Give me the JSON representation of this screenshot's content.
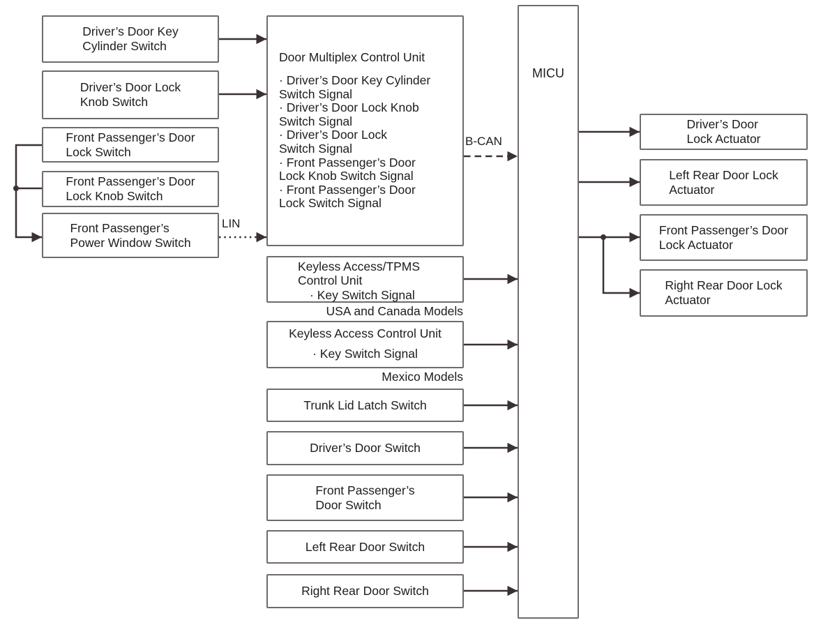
{
  "diagram": {
    "colors": {
      "background": "#ffffff",
      "box_border": "#6f6b6c",
      "connector_line": "#3a3132",
      "text": "#1e1c1d"
    },
    "left_column": [
      {
        "label": "Driver’s Door Key\nCylinder Switch"
      },
      {
        "label": "Driver’s Door Lock\nKnob Switch"
      },
      {
        "label": "Front Passenger’s Door\nLock Switch"
      },
      {
        "label": "Front Passenger’s Door\nLock Knob Switch"
      },
      {
        "label": "Front Passenger’s\nPower Window Switch"
      }
    ],
    "dmcu": {
      "title": "Door Multiplex Control Unit",
      "signals": "· Driver’s Door Key Cylinder\nSwitch Signal\n· Driver’s Door Lock Knob\nSwitch Signal\n· Driver’s Door Lock\nSwitch Signal\n· Front Passenger’s Door\nLock Knob Switch Signal\n· Front Passenger’s Door\nLock Switch Signal"
    },
    "bus_labels": {
      "lin": "LIN",
      "bcan": "B-CAN"
    },
    "micu": {
      "label": "MICU"
    },
    "keyless_tpms": {
      "title": "Keyless Access/TPMS\nControl Unit",
      "signal": "· Key Switch Signal",
      "caption": "USA and Canada Models"
    },
    "keyless_mexico": {
      "title": "Keyless Access Control Unit",
      "signal": "· Key Switch Signal",
      "caption": "Mexico Models"
    },
    "middle_switches": [
      {
        "label": "Trunk Lid Latch Switch"
      },
      {
        "label": "Driver’s Door Switch"
      },
      {
        "label": "Front Passenger’s\nDoor Switch"
      },
      {
        "label": "Left Rear Door Switch"
      },
      {
        "label": "Right Rear Door Switch"
      }
    ],
    "actuators": [
      {
        "label": "Driver’s Door\nLock Actuator"
      },
      {
        "label": "Left Rear Door Lock\nActuator"
      },
      {
        "label": "Front Passenger’s Door\nLock Actuator"
      },
      {
        "label": "Right Rear Door Lock\nActuator"
      }
    ]
  }
}
